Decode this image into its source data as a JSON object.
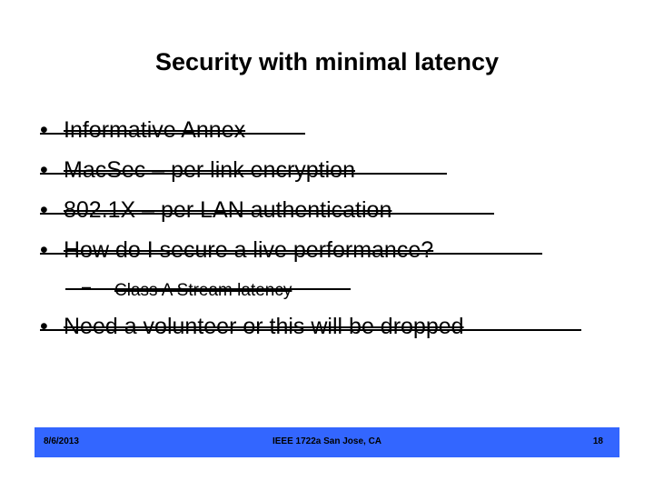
{
  "slide": {
    "title": "Security with minimal latency",
    "background_color": "#ffffff",
    "text_color": "#000000",
    "bullets": [
      {
        "level": 1,
        "marker": "•",
        "text": "Informative Annex",
        "strikethrough": true
      },
      {
        "level": 1,
        "marker": "•",
        "text": "MacSec – per link encryption",
        "strikethrough": true
      },
      {
        "level": 1,
        "marker": "•",
        "text": "802.1X – per LAN authentication",
        "strikethrough": true
      },
      {
        "level": 1,
        "marker": "•",
        "text": "How do I secure a live performance?",
        "strikethrough": true
      },
      {
        "level": 2,
        "marker": "–",
        "text": "Class A Stream latency",
        "strikethrough": true
      },
      {
        "level": 1,
        "marker": "•",
        "text": "Need a volunteer or this will be dropped",
        "strikethrough": true
      }
    ],
    "footer": {
      "date": "8/6/2013",
      "center": "IEEE 1722a San Jose, CA",
      "page_number": "18",
      "bar_color": "#3366ff"
    }
  }
}
